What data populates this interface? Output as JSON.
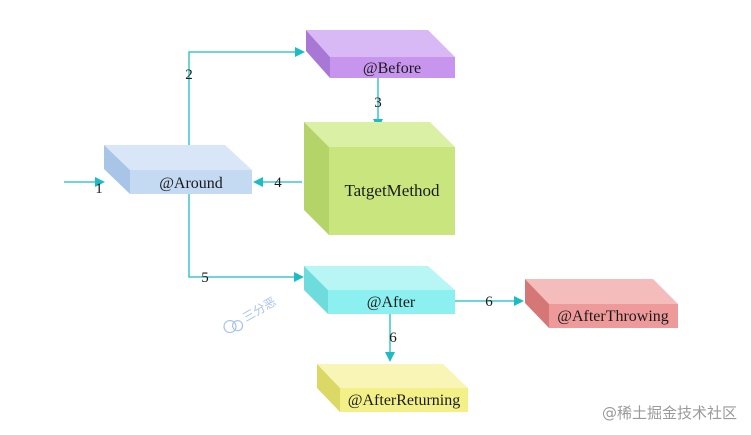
{
  "nodes": {
    "around": {
      "label": "@Around",
      "color": "#c4d9f2"
    },
    "before": {
      "label": "@Before",
      "color": "#c795ee"
    },
    "target": {
      "label": "TatgetMethod",
      "color": "#c9e67e"
    },
    "after": {
      "label": "@After",
      "color": "#8cf0f0"
    },
    "after_throwing": {
      "label": "@AfterThrowing",
      "color": "#ef9a9a"
    },
    "after_returning": {
      "label": "@AfterReturning",
      "color": "#f4f088"
    }
  },
  "steps": {
    "s1": "1",
    "s2": "2",
    "s3": "3",
    "s4": "4",
    "s5": "5",
    "s6a": "6",
    "s6b": "6"
  },
  "arrow_color": "#1bbcc4",
  "watermark_left": "三分恶",
  "watermark_right": "@稀土掘金技术社区"
}
